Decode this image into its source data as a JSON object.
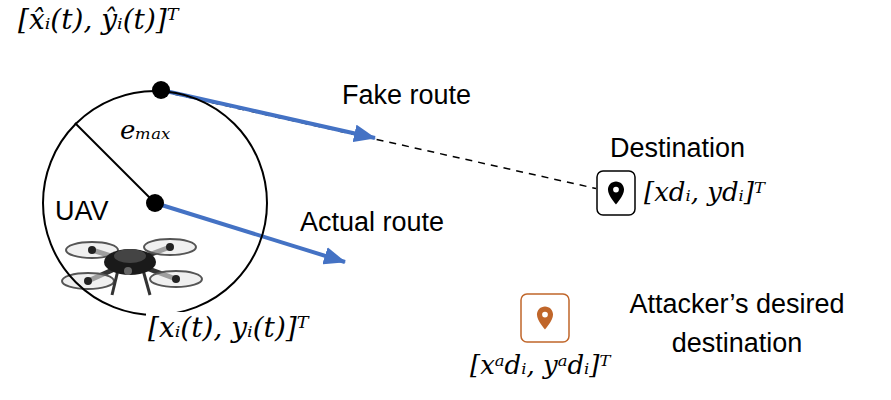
{
  "diagram": {
    "nodes": [
      {
        "text": [
          "eₘₐₓ",
          "UAV"
        ]
      },
      {
        "text": [
          "Destination",
          "[xdᵢ, ydᵢ]ᵀ"
        ]
      },
      {
        "text": [
          "Attacker’s desired destination",
          "[xᵃdᵢ, yᵃdᵢ]ᵀ"
        ]
      }
    ],
    "edges": [
      {
        "from": 0,
        "to": 1,
        "arrow": "none"
      }
    ],
    "labels": [
      "[x̂ᵢ(t), ŷᵢ(t)]ᵀ",
      "Fake route",
      "Actual route",
      "[xᵢ(t), yᵢ(t)]ᵀ"
    ]
  }
}
